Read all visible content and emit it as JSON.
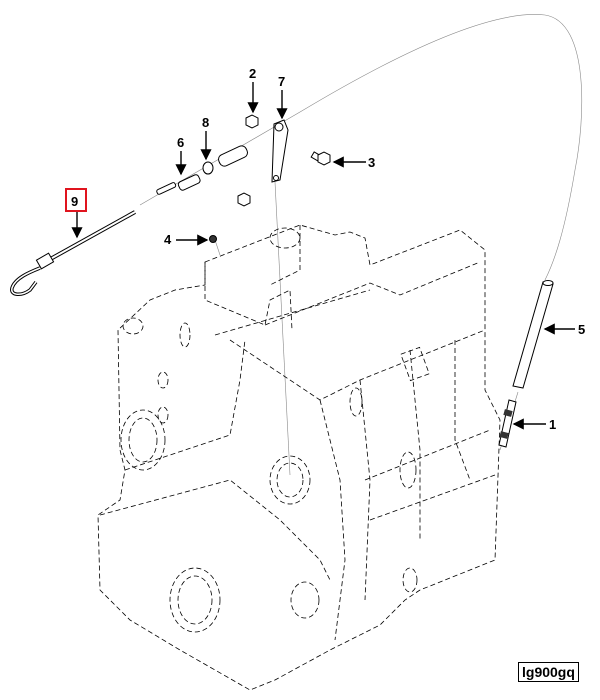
{
  "diagram": {
    "title": "Engine oil dipstick and dipstick tube exploded view",
    "reference_code": "lg900gq",
    "highlight_color": "#e0141e",
    "callouts": [
      {
        "id": "1",
        "label": "1",
        "part": "tube-adapter-fitting"
      },
      {
        "id": "2",
        "label": "2",
        "part": "nut"
      },
      {
        "id": "3",
        "label": "3",
        "part": "bolt"
      },
      {
        "id": "4",
        "label": "4",
        "part": "plug"
      },
      {
        "id": "5",
        "label": "5",
        "part": "dipstick-tube"
      },
      {
        "id": "6",
        "label": "6",
        "part": "connector"
      },
      {
        "id": "7",
        "label": "7",
        "part": "bracket"
      },
      {
        "id": "8",
        "label": "8",
        "part": "clamp"
      },
      {
        "id": "9",
        "label": "9",
        "part": "dipstick",
        "highlighted": true
      }
    ]
  }
}
